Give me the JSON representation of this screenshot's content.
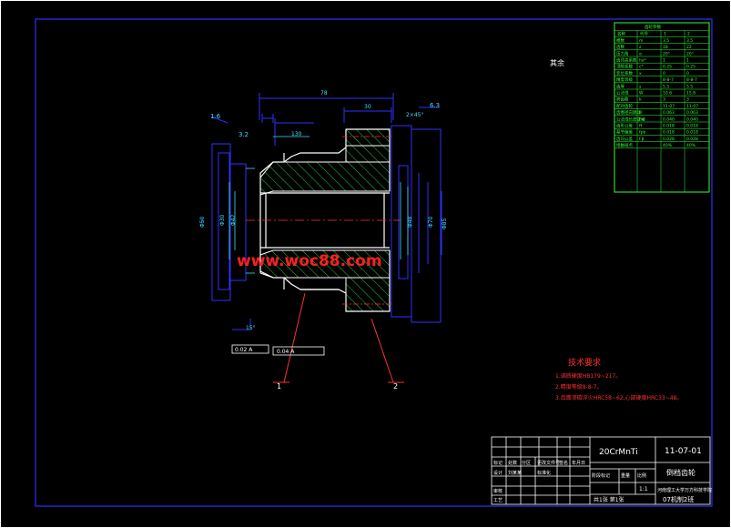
{
  "watermark": "www.woc88.com",
  "roughness_note": "其余",
  "balloons": [
    "1",
    "2"
  ],
  "tech_requirements": {
    "title": "技术要求",
    "lines": [
      "1.调质硬度HB179~217。",
      "2.精度等级8-8-7。",
      "3.齿面渗碳淬火HRC58~62,心部硬度HRC33~48。"
    ]
  },
  "title_block": {
    "material": "20CrMnTi",
    "drawing_no": "11-07-01",
    "part_name": "倒档齿轮",
    "school": "河南理工大学万方科技学院",
    "class": "07机制2班",
    "scale": "1:1",
    "sheet": "共1张 第1张",
    "header_cells": [
      "标记",
      "处数",
      "分区",
      "更改文件号",
      "签名",
      "年月日"
    ],
    "role_rows": [
      "设计",
      "审核",
      "工艺"
    ],
    "stage_labels": [
      "阶段标记",
      "重量",
      "比例"
    ],
    "designer": "刘某某",
    "standardize": "标准化"
  },
  "param_table": {
    "title": "齿轮参数",
    "head": [
      "名称",
      "代号",
      "1",
      "2"
    ],
    "rows": [
      [
        "模数",
        "m",
        "3.5",
        "3.5"
      ],
      [
        "齿数",
        "z",
        "18",
        "22"
      ],
      [
        "压力角",
        "α",
        "20°",
        "20°"
      ],
      [
        "齿顶高系数",
        "ha*",
        "1",
        "1"
      ],
      [
        "顶隙系数",
        "c*",
        "0.25",
        "0.25"
      ],
      [
        "变位系数",
        "x",
        "0",
        "0"
      ],
      [
        "精度等级",
        "",
        "8-8-7",
        "8-8-7"
      ],
      [
        "齿厚",
        "s",
        "5.5",
        "5.5"
      ],
      [
        "公法线",
        "W",
        "10.6",
        "15.8"
      ],
      [
        "跨齿数",
        "k",
        "3",
        "3"
      ],
      [
        "配对齿轮",
        "",
        "11-07",
        "11-07"
      ]
    ],
    "check_rows": [
      [
        "齿圈径向跳动",
        "Fr",
        "0.063",
        "0.063"
      ],
      [
        "公法线长度变动",
        "Fw",
        "0.040",
        "0.040"
      ],
      [
        "齿形公差",
        "ff",
        "0.018",
        "0.018"
      ],
      [
        "基节偏差",
        "fpb",
        "0.018",
        "0.018"
      ],
      [
        "齿向公差",
        "Fβ",
        "0.028",
        "0.028"
      ],
      [
        "接触斑点",
        "",
        "40%",
        "40%"
      ]
    ]
  },
  "dimensions": {
    "overall_length": "78",
    "right_length": "30",
    "roughness_1": "1.6",
    "roughness_2": "3.2",
    "roughness_3": "6.3",
    "chamfer": "2×45°",
    "dia_left_1": "Φ50",
    "dia_left_2": "Φ30",
    "dia_left_3": "Φ42",
    "dia_right_1": "Φ85",
    "dia_right_2": "Φ70",
    "dia_right_3": "Φ48",
    "small_1": "130",
    "ref_datum": "0.02 A",
    "ref_datum_2": "0.04 A",
    "angle": "15°"
  }
}
